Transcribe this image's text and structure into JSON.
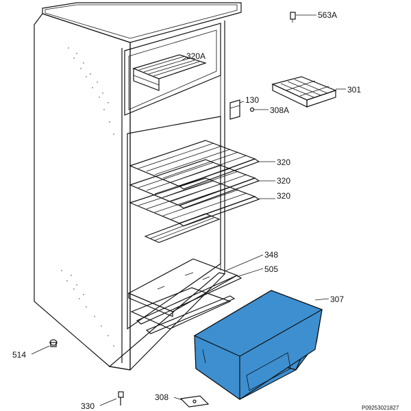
{
  "diagram": {
    "reference_code": "P09253021827",
    "highlight_color": "#3d8fd0",
    "parts": [
      {
        "number": "563A",
        "description": "screw"
      },
      {
        "number": "320A",
        "description": "freezer wire shelf"
      },
      {
        "number": "301",
        "description": "ice cube tray"
      },
      {
        "number": "130",
        "description": "bracket"
      },
      {
        "number": "308A",
        "description": "bracket screw"
      },
      {
        "number": "320",
        "description": "wire shelf"
      },
      {
        "number": "320",
        "description": "wire shelf"
      },
      {
        "number": "320",
        "description": "wire shelf"
      },
      {
        "number": "348",
        "description": "glass shelf"
      },
      {
        "number": "505",
        "description": "shelf trim"
      },
      {
        "number": "307",
        "description": "crisper drawer"
      },
      {
        "number": "514",
        "description": "foot"
      },
      {
        "number": "330",
        "description": "adjustable foot"
      },
      {
        "number": "308",
        "description": "hinge"
      }
    ]
  }
}
